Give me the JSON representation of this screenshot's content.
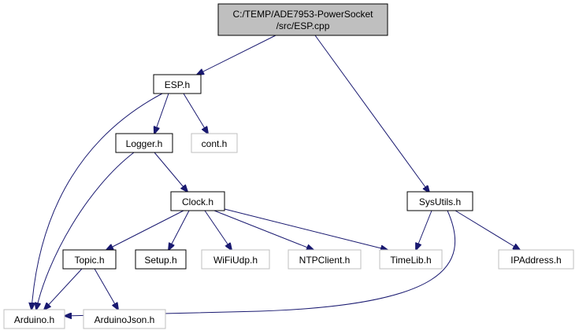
{
  "graph": {
    "root": {
      "line1": "C:/TEMP/ADE7953-PowerSocket",
      "line2": "/src/ESP.cpp"
    },
    "nodes": {
      "esp_h": "ESP.h",
      "logger_h": "Logger.h",
      "cont_h": "cont.h",
      "clock_h": "Clock.h",
      "sysutils_h": "SysUtils.h",
      "topic_h": "Topic.h",
      "setup_h": "Setup.h",
      "wifiudp_h": "WiFiUdp.h",
      "ntpclient_h": "NTPClient.h",
      "timelib_h": "TimeLib.h",
      "ipaddress_h": "IPAddress.h",
      "arduino_h": "Arduino.h",
      "arduinojson_h": "ArduinoJson.h"
    },
    "colors": {
      "edge": "#191970",
      "root_fill": "#bfbfbf",
      "documented_border": "#000000",
      "external_border": "#bfbfbf"
    }
  }
}
